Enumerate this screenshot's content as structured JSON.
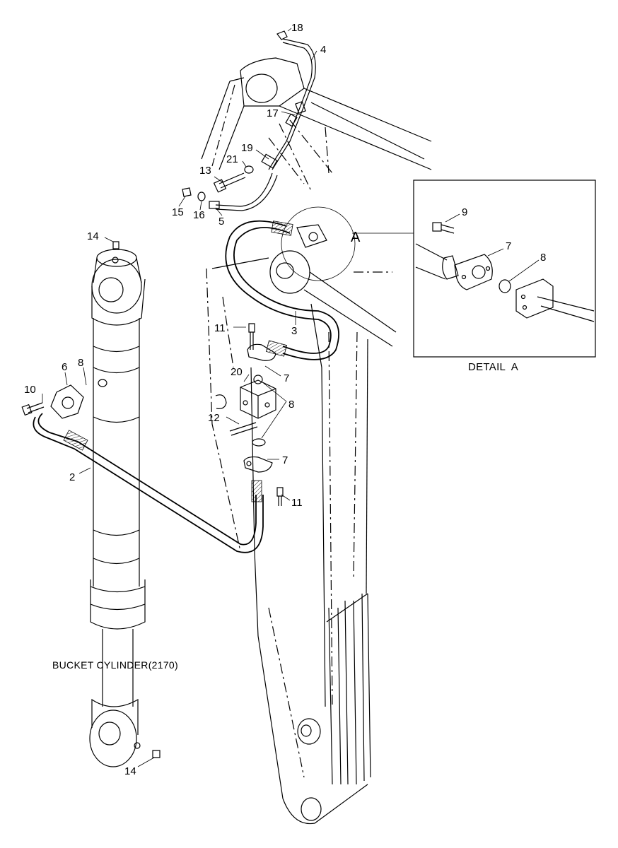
{
  "callouts": [
    "18",
    "4",
    "17",
    "19",
    "21",
    "13",
    "15",
    "16",
    "5",
    "A",
    "14",
    "11",
    "3",
    "7",
    "20",
    "8",
    "12",
    "6",
    "10",
    "2",
    "7",
    "11",
    "14"
  ],
  "detail": {
    "title": "DETAIL  A",
    "callouts": [
      "9",
      "7",
      "8"
    ]
  },
  "cylinder_caption": "BUCKET CYLINDER(2170)"
}
